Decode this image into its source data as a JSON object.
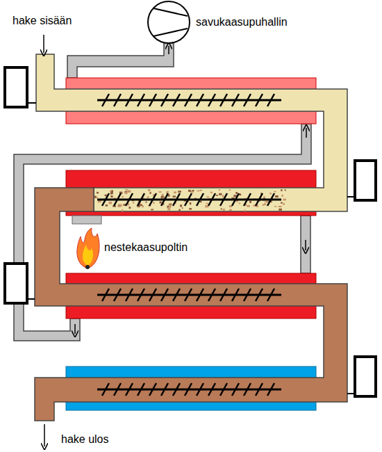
{
  "diagram": {
    "labels": [
      "hake sisään",
      "savukaasupuhallin",
      "nestekaasupoltin",
      "hake ulos"
    ]
  }
}
